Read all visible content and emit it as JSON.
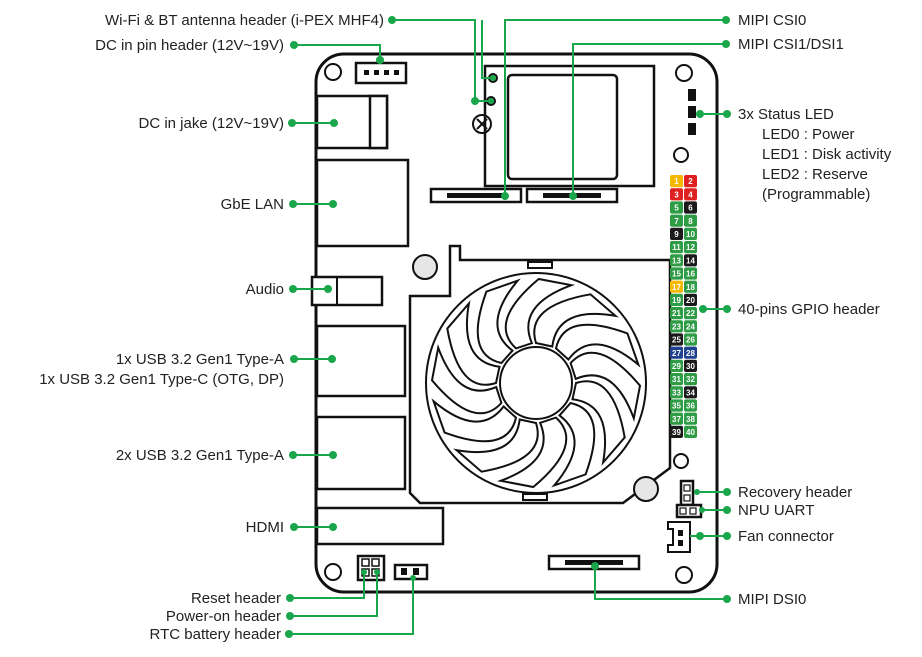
{
  "labels": {
    "wifi_bt": "Wi-Fi & BT antenna header (i-PEX MHF4)",
    "dc_pin_header": "DC in pin header (12V~19V)",
    "dc_jack": "DC in jake (12V~19V)",
    "gbe_lan": "GbE LAN",
    "audio": "Audio",
    "usb_a_c_line1": "1x USB 3.2 Gen1 Type-A",
    "usb_a_c_line2": "1x USB 3.2 Gen1 Type-C (OTG, DP)",
    "usb_2a": "2x USB 3.2 Gen1 Type-A",
    "hdmi": "HDMI",
    "reset_header": "Reset header",
    "power_on_header": "Power-on header",
    "rtc_battery_header": "RTC battery header",
    "mipi_csi0": "MIPI CSI0",
    "mipi_csi1_dsi1": "MIPI CSI1/DSI1",
    "status_led": "3x Status LED",
    "led0": "LED0 : Power",
    "led1": "LED1 : Disk activity",
    "led2": "LED2 : Reserve",
    "led2_note": "(Programmable)",
    "gpio_header": "40-pins GPIO header",
    "recovery_header": "Recovery header",
    "npu_uart": "NPU UART",
    "fan_connector": "Fan connector",
    "mipi_dsi0": "MIPI DSI0"
  },
  "gpio_pins": [
    {
      "n": "1",
      "c": "#f5b800"
    },
    {
      "n": "2",
      "c": "#e02020"
    },
    {
      "n": "3",
      "c": "#e02020"
    },
    {
      "n": "4",
      "c": "#e02020"
    },
    {
      "n": "5",
      "c": "#2e9c45"
    },
    {
      "n": "6",
      "c": "#1a1a1a"
    },
    {
      "n": "7",
      "c": "#2e9c45"
    },
    {
      "n": "8",
      "c": "#2e9c45"
    },
    {
      "n": "9",
      "c": "#1a1a1a"
    },
    {
      "n": "10",
      "c": "#2e9c45"
    },
    {
      "n": "11",
      "c": "#2e9c45"
    },
    {
      "n": "12",
      "c": "#2e9c45"
    },
    {
      "n": "13",
      "c": "#2e9c45"
    },
    {
      "n": "14",
      "c": "#1a1a1a"
    },
    {
      "n": "15",
      "c": "#2e9c45"
    },
    {
      "n": "16",
      "c": "#2e9c45"
    },
    {
      "n": "17",
      "c": "#f5b800"
    },
    {
      "n": "18",
      "c": "#2e9c45"
    },
    {
      "n": "19",
      "c": "#2e9c45"
    },
    {
      "n": "20",
      "c": "#1a1a1a"
    },
    {
      "n": "21",
      "c": "#2e9c45"
    },
    {
      "n": "22",
      "c": "#2e9c45"
    },
    {
      "n": "23",
      "c": "#2e9c45"
    },
    {
      "n": "24",
      "c": "#2e9c45"
    },
    {
      "n": "25",
      "c": "#1a1a1a"
    },
    {
      "n": "26",
      "c": "#2e9c45"
    },
    {
      "n": "27",
      "c": "#1f3f8f"
    },
    {
      "n": "28",
      "c": "#1f3f8f"
    },
    {
      "n": "29",
      "c": "#2e9c45"
    },
    {
      "n": "30",
      "c": "#1a1a1a"
    },
    {
      "n": "31",
      "c": "#2e9c45"
    },
    {
      "n": "32",
      "c": "#2e9c45"
    },
    {
      "n": "33",
      "c": "#2e9c45"
    },
    {
      "n": "34",
      "c": "#1a1a1a"
    },
    {
      "n": "35",
      "c": "#2e9c45"
    },
    {
      "n": "36",
      "c": "#2e9c45"
    },
    {
      "n": "37",
      "c": "#2e9c45"
    },
    {
      "n": "38",
      "c": "#2e9c45"
    },
    {
      "n": "39",
      "c": "#1a1a1a"
    },
    {
      "n": "40",
      "c": "#2e9c45"
    }
  ],
  "colors": {
    "leader": "#1aa64a",
    "pin_power_3v3": "#f5b800",
    "pin_power_5v": "#e02020",
    "pin_gpio": "#2e9c45",
    "pin_ground": "#1a1a1a",
    "pin_id": "#1f3f8f"
  }
}
